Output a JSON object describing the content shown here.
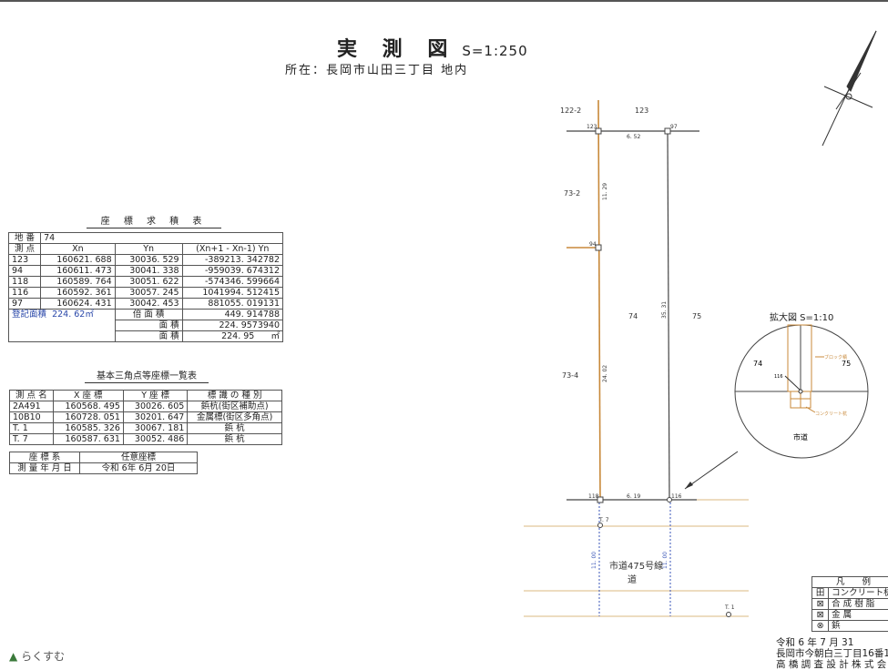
{
  "title": {
    "main": "実 測 図",
    "scale": "S=1:250",
    "location": "所在：長岡市山田三丁目 地内"
  },
  "area_table": {
    "caption": "座 標 求 積 表",
    "lot_label": "地 番",
    "lot_value": "74",
    "headers": [
      "測 点",
      "Xn",
      "Yn",
      "(Xn+1 - Xn-1) Yn"
    ],
    "rows": [
      [
        "123",
        "160621. 688",
        "30036. 529",
        "-389213. 342782"
      ],
      [
        "94",
        "160611. 473",
        "30041. 338",
        "-959039. 674312"
      ],
      [
        "118",
        "160589. 764",
        "30051. 622",
        "-574346. 599664"
      ],
      [
        "116",
        "160592. 361",
        "30057. 245",
        "1041994. 512415"
      ],
      [
        "97",
        "160624. 431",
        "30042. 453",
        "881055. 019131"
      ]
    ],
    "registered_label": "登記面積",
    "registered_value": "224. 62㎡",
    "double_area_label": "倍 面 積",
    "double_area_value": "449. 914788",
    "area_label": "面 積",
    "area_value": "224. 9573940",
    "area2_label": "面 積",
    "area2_value": "224. 95",
    "area2_unit": "㎡"
  },
  "control_table": {
    "caption": "基本三角点等座標一覧表",
    "headers": [
      "測 点 名",
      "X 座 標",
      "Y 座 標",
      "標 識 の 種 別"
    ],
    "rows": [
      [
        "2A491",
        "160568. 495",
        "30026. 605",
        "鋲杭(街区補助点)"
      ],
      [
        "10B10",
        "160728. 051",
        "30201. 647",
        "金属標(街区多角点)"
      ],
      [
        "T. 1",
        "160585. 326",
        "30067. 181",
        "鋲 杭"
      ],
      [
        "T. 7",
        "160587. 631",
        "30052. 486",
        "鋲 杭"
      ]
    ]
  },
  "info_table": {
    "rows": [
      [
        "座 標 系",
        "任意座標"
      ],
      [
        "測 量 年 月 日",
        "令和 6年 6月 20日"
      ]
    ]
  },
  "drawing": {
    "lots": {
      "n1": "122-2",
      "n2": "123",
      "w1": "73-2",
      "w2": "73-4",
      "main": "74",
      "east": "75",
      "road": "市道475号線",
      "road2": "道"
    },
    "points": {
      "p123": "123",
      "p97": "97",
      "p94": "94",
      "p118": "118",
      "p116": "116",
      "t7": "T. 7",
      "t1": "T. 1"
    },
    "distances": {
      "top": "6. 52",
      "left_upper": "11. 29",
      "left_lower": "24. 02",
      "right": "35. 31",
      "bottom": "6. 19",
      "road_left": "11. 00",
      "road_right": "11. 00"
    },
    "colors": {
      "boundary": "#444444",
      "block": "#c8893a",
      "road": "#e2c79a",
      "dimension": "#3a56b8"
    }
  },
  "detail": {
    "title": "拡大図 S=1:10",
    "lot_left": "74",
    "lot_right": "75",
    "road": "市道",
    "point": "116",
    "block_label": "ブロック積",
    "concrete_label": "コンクリート杭"
  },
  "legend": {
    "title": "凡 例",
    "items": [
      {
        "symbol": "田",
        "label": "コンクリート杭"
      },
      {
        "symbol": "⊠",
        "label": "合 成 樹 脂"
      },
      {
        "symbol": "⊠",
        "label": "金 属"
      },
      {
        "symbol": "⊗",
        "label": "鋲"
      }
    ]
  },
  "footer": {
    "date": "令和 6 年 7 月 31",
    "address": "長岡市今朝白三丁目16番1",
    "company": "高 橋 調 査 設 計 株 式 会"
  },
  "logo": {
    "text": "らくすむ"
  }
}
